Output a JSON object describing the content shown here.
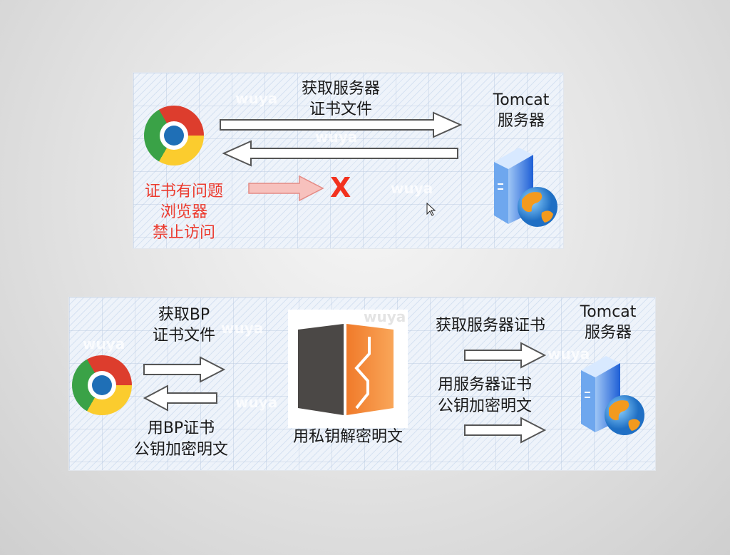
{
  "panel_top": {
    "request_label": [
      "获取服务器",
      "证书文件"
    ],
    "server_label": [
      "Tomcat",
      "服务器"
    ],
    "error_label": [
      "证书有问题",
      "浏览器",
      "禁止访问"
    ],
    "blocked_mark": "X",
    "watermarks": [
      "wuya",
      "wuya",
      "wuya"
    ],
    "colors": {
      "error": "#ec3b2f"
    }
  },
  "panel_bottom": {
    "request_label": [
      "获取BP",
      "证书文件"
    ],
    "encrypt_label": [
      "用BP证书",
      "公钥加密明文"
    ],
    "proxy_label": "用私钥解密明文",
    "server_request_label": "获取服务器证书",
    "server_encrypt_label": [
      "用服务器证书",
      "公钥加密明文"
    ],
    "server_label": [
      "Tomcat",
      "服务器"
    ],
    "watermarks": [
      "wuya",
      "wuya",
      "wuya",
      "wuya",
      "wuya"
    ]
  }
}
